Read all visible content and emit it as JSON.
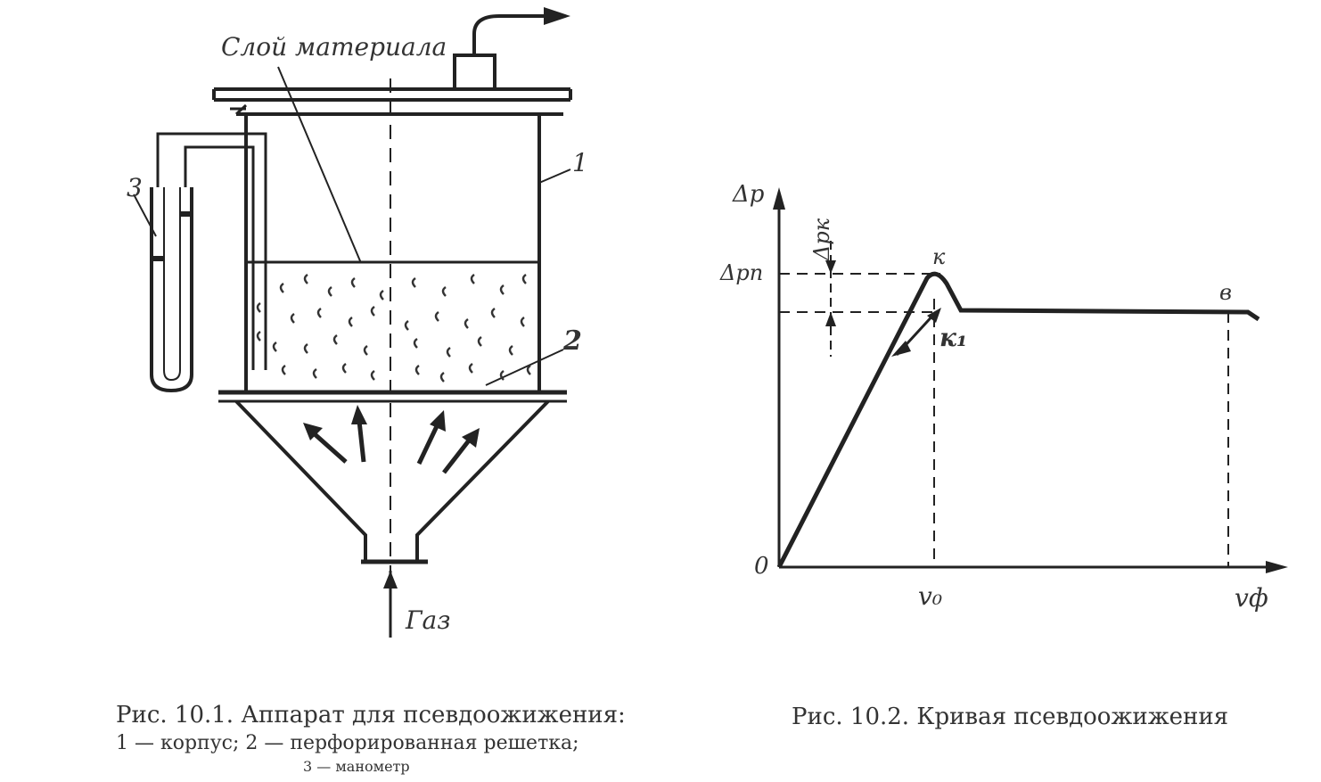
{
  "figure1": {
    "labels": {
      "material_layer": "Слой материала",
      "body_num": "1",
      "grid_num": "2",
      "manometer_num": "3",
      "gas": "Газ"
    },
    "caption": {
      "line1": "Рис. 10.1. Аппарат для псевдоожижения:",
      "line2": "1 — корпус; 2 — перфорированная решетка;",
      "line3": "3 — манометр"
    }
  },
  "figure2": {
    "labels": {
      "y_axis": "Δp",
      "dp_n": "Δpп",
      "dp_k": "Δpк",
      "point_k": "к",
      "point_k1": "к₁",
      "point_v": "в",
      "origin": "0",
      "x_tick_v0": "v₀",
      "x_axis": "vф"
    },
    "caption": {
      "line1": "Рис. 10.2. Кривая псевдоожижения"
    }
  }
}
